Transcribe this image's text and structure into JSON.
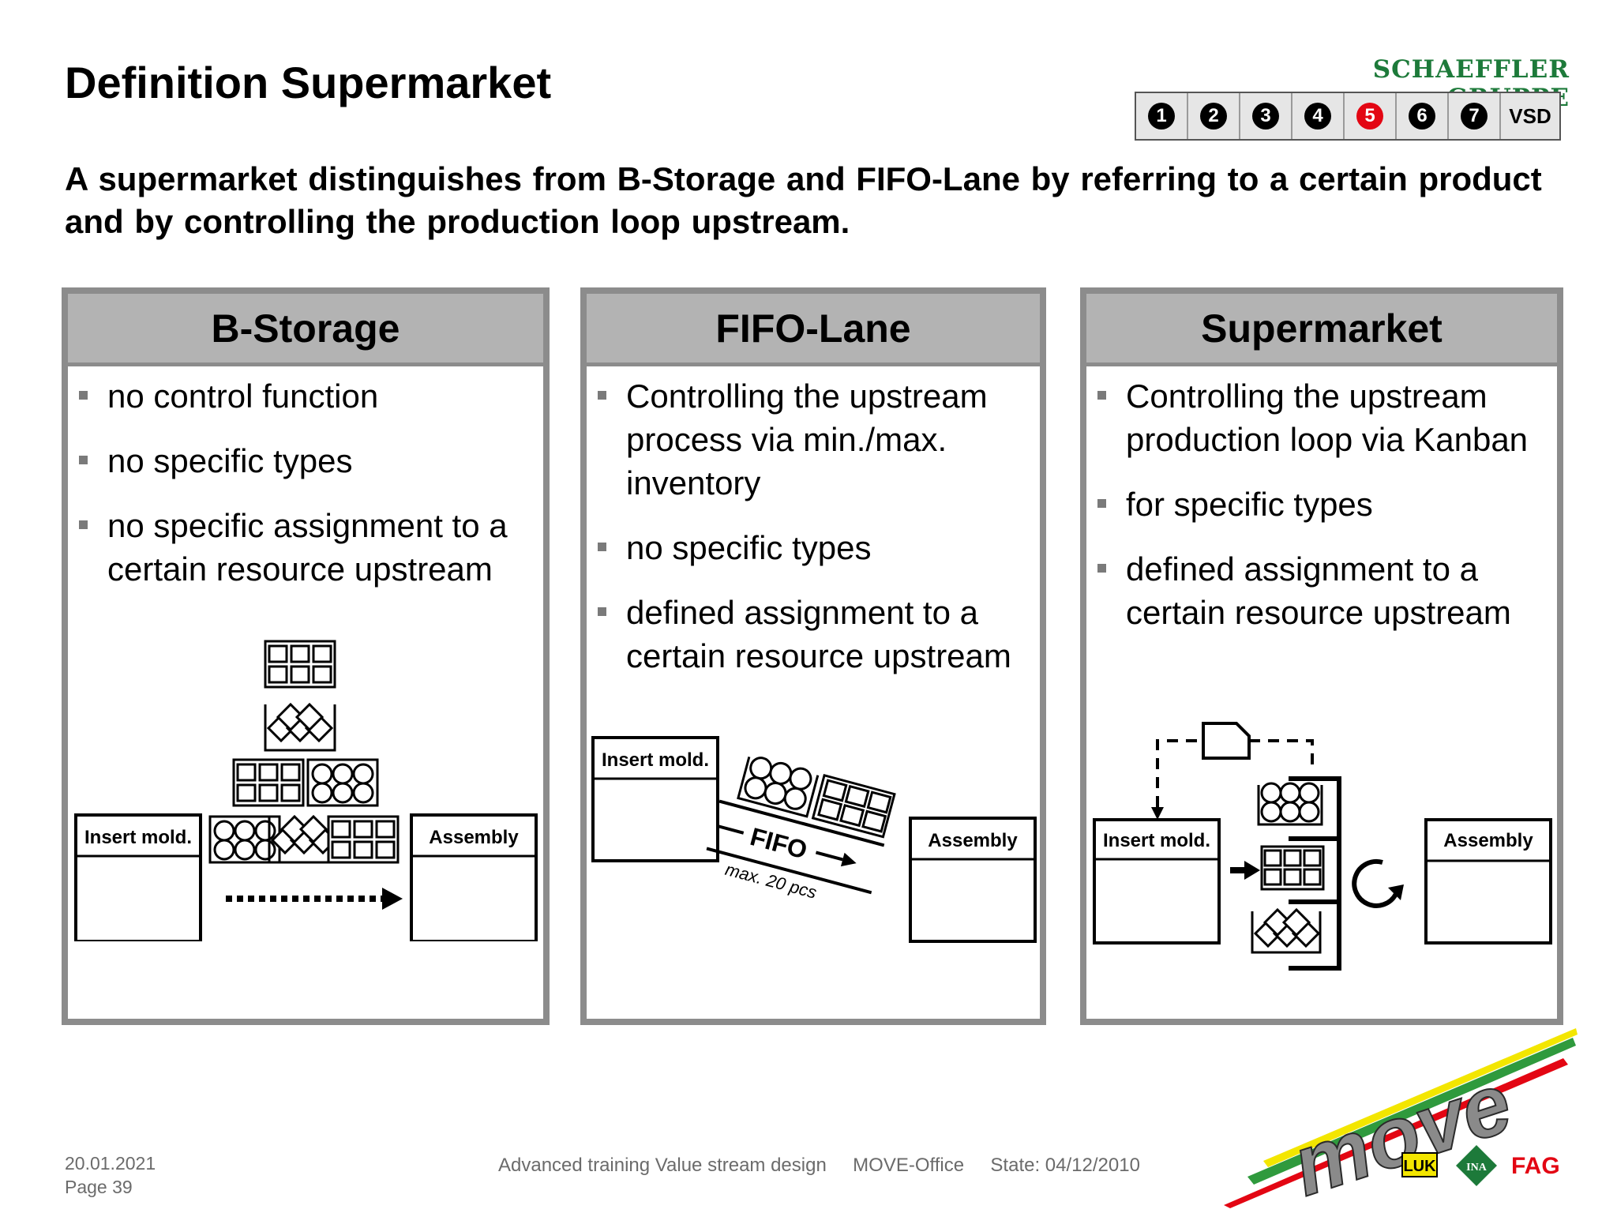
{
  "title": "Definition Supermarket",
  "brand": "SCHAEFFLER GRUPPE",
  "nav": {
    "items": [
      "1",
      "2",
      "3",
      "4",
      "5",
      "6",
      "7",
      "VSD"
    ],
    "active_index": 4,
    "active_color": "#e30613"
  },
  "subtitle": "A supermarket distinguishes from B-Storage and FIFO-Lane by referring to a certain product and by controlling the production loop upstream.",
  "panels": [
    {
      "title": "B-Storage",
      "bullets": [
        "no control function",
        "no specific types",
        "no specific assignment to a certain resource upstream"
      ],
      "diagram": {
        "source": "Insert mold.",
        "target": "Assembly"
      }
    },
    {
      "title": "FIFO-Lane",
      "bullets": [
        "Controlling the upstream process via min./max. inventory",
        "no specific types",
        "defined assignment to a certain resource upstream"
      ],
      "diagram": {
        "source": "Insert mold.",
        "target": "Assembly",
        "lane_label": "FIFO",
        "lane_capacity": "max. 20 pcs"
      }
    },
    {
      "title": "Supermarket",
      "bullets": [
        "Controlling the upstream production loop via Kanban",
        "for specific types",
        "defined assignment to a certain resource upstream"
      ],
      "diagram": {
        "source": "Insert mold.",
        "target": "Assembly"
      }
    }
  ],
  "footer": {
    "date": "20.01.2021",
    "page": "Page 39",
    "course": "Advanced training Value stream design",
    "office": "MOVE-Office",
    "state": "State: 04/12/2010"
  },
  "logos": {
    "slogan": "move",
    "brands": [
      "LUK",
      "INA",
      "FAG"
    ]
  },
  "colors": {
    "brand_green": "#1d7a3a",
    "panel_border": "#8c8c8c",
    "header_fill": "#b3b3b3",
    "fag_red": "#e30613"
  }
}
